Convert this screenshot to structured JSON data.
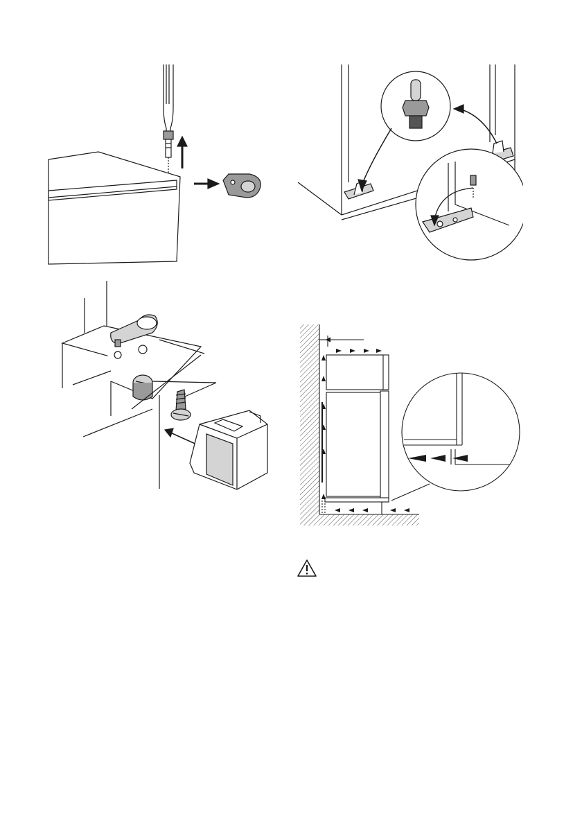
{
  "document": {
    "figures": [
      {
        "id": "fig-remove-hinge-cover",
        "icon": "screwdriver-hinge-removal"
      },
      {
        "id": "fig-bottom-hinge-transfer",
        "icon": "hinge-pin-relocation"
      },
      {
        "id": "fig-hinge-bracket-assembly",
        "icon": "hinge-bracket-and-cover"
      },
      {
        "id": "fig-ventilation-airflow",
        "icon": "airflow-clearance-diagram"
      }
    ],
    "warning": {
      "icon": "warning-triangle-icon"
    },
    "colors": {
      "line": "#1a1a1a",
      "fill": "#d4d4d4",
      "dark": "#7a7a7a",
      "hatch": "#555555"
    }
  }
}
